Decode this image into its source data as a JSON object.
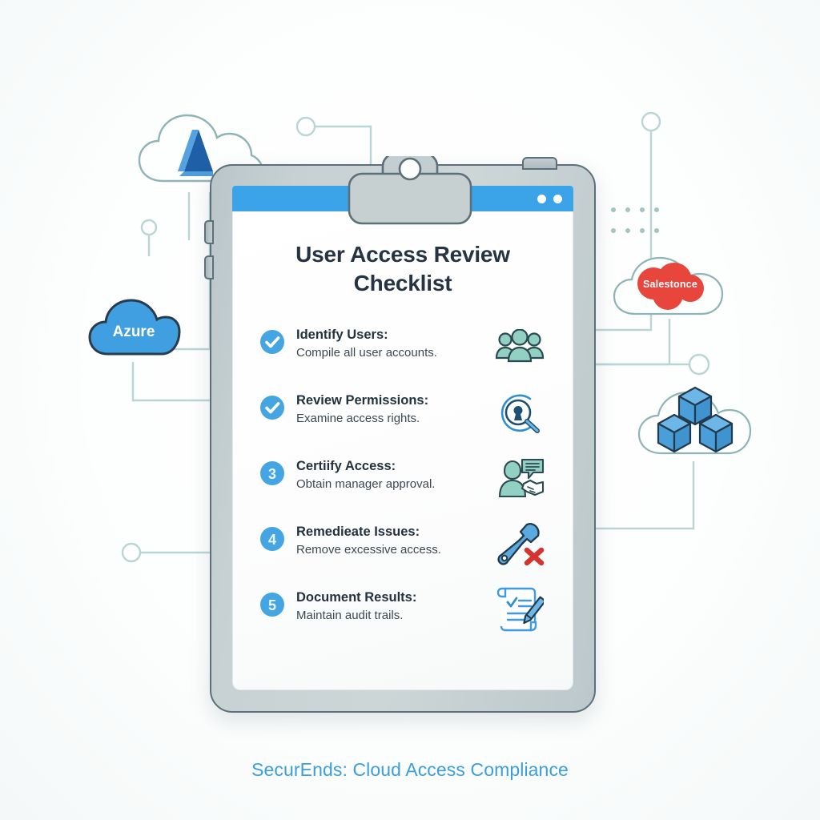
{
  "document": {
    "title": "User Access Review Checklist",
    "window_dots": [
      "dot-1",
      "dot-2"
    ]
  },
  "checklist": [
    {
      "marker_type": "check",
      "marker_label": "✓",
      "title": "Identify Users:",
      "description": "Compile all user accounts.",
      "icon": "users-group-icon"
    },
    {
      "marker_type": "check",
      "marker_label": "✓",
      "title": "Review Permissions:",
      "description": "Examine access rights.",
      "icon": "magnifier-keyhole-icon"
    },
    {
      "marker_type": "number",
      "marker_label": "3",
      "title": "Certiify Access:",
      "description": "Obtain manager approval.",
      "icon": "person-approval-handshake-icon"
    },
    {
      "marker_type": "number",
      "marker_label": "4",
      "title": "Remedieate Issues:",
      "description": "Remove excessive access.",
      "icon": "wrench-remove-icon"
    },
    {
      "marker_type": "number",
      "marker_label": "5",
      "title": "Document Results:",
      "description": "Maintain audit trails.",
      "icon": "scroll-pen-icon"
    }
  ],
  "clouds": {
    "azure_solid": {
      "label": "Azure",
      "icon": "azure-cloud-icon"
    },
    "azure_logo": {
      "label": "",
      "icon": "azure-a-logo-icon"
    },
    "salesforce": {
      "label": "Salestonce",
      "icon": "salesforce-cloud-icon"
    },
    "cubes": {
      "label": "",
      "icon": "cloud-cubes-icon"
    }
  },
  "caption": "SecurEnds: Cloud Access Compliance",
  "colors": {
    "accent_blue": "#3ba3e8",
    "deep_blue": "#2f8fd4",
    "teal_icon": "#8fcfc4",
    "red": "#d93a3a",
    "salesforce_red": "#e8453c",
    "clipboard_gray": "#c4cfd1",
    "outline": "#5d6f7a",
    "connector": "#a8c9c9",
    "title_text": "#253342",
    "caption_blue": "#3b9ede"
  }
}
